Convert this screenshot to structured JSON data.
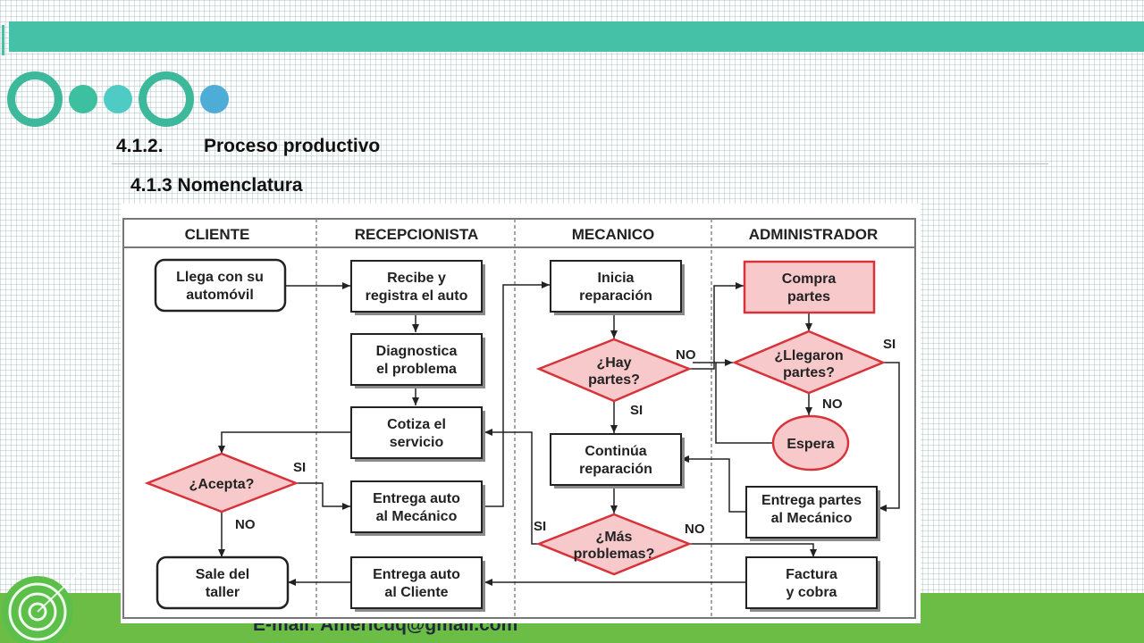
{
  "headings": {
    "section_number": "4.1.2.",
    "section_title": "Proceso productivo",
    "subsection": "4.1.3 Nomenclatura"
  },
  "footer": {
    "email": "E-mail: Americuq@gmail.com"
  },
  "colors": {
    "top_bar": "#45c1a7",
    "bottom_band": "#6cbd45",
    "circle_teal": "#3cb89b",
    "circle_aqua": "#4fcbc6",
    "circle_blue": "#4eadd6",
    "decision_fill": "#f7c9cb",
    "decision_stroke": "#d7333b"
  },
  "diagram": {
    "lanes": [
      "CLIENTE",
      "RECEPCIONISTA",
      "MECANICO",
      "ADMINISTRADOR"
    ],
    "nodes": {
      "llega": [
        "Llega con su",
        "automóvil"
      ],
      "recibe": [
        "Recibe y",
        "registra el auto"
      ],
      "diagnostica": [
        "Diagnostica",
        "el problema"
      ],
      "cotiza": [
        "Cotiza el",
        "servicio"
      ],
      "acepta": [
        "¿Acepta?"
      ],
      "entrega_mec": [
        "Entrega auto",
        "al Mecánico"
      ],
      "sale": [
        "Sale del",
        "taller"
      ],
      "entrega_cli": [
        "Entrega auto",
        "al Cliente"
      ],
      "inicia": [
        "Inicia",
        "reparación"
      ],
      "hay": [
        "¿Hay",
        "partes?"
      ],
      "continua": [
        "Continúa",
        "reparación"
      ],
      "mas": [
        "¿Más",
        "problemas?"
      ],
      "compra": [
        "Compra",
        "partes"
      ],
      "llegaron": [
        "¿Llegaron",
        "partes?"
      ],
      "espera": [
        "Espera"
      ],
      "entrega_partes": [
        "Entrega partes",
        "al Mecánico"
      ],
      "factura": [
        "Factura",
        "y cobra"
      ]
    },
    "labels": {
      "acepta_si": "SI",
      "acepta_no": "NO",
      "hay_no": "NO",
      "hay_si": "SI",
      "mas_si": "SI",
      "mas_no": "NO",
      "llegaron_si": "SI",
      "llegaron_no": "NO"
    }
  }
}
